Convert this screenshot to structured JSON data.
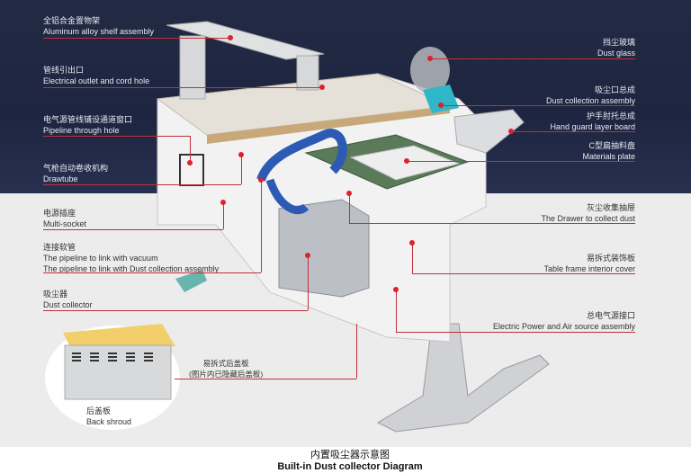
{
  "left_labels": [
    {
      "zh": "全铝合金置物架",
      "en": "Aluminum alloy shelf assembly"
    },
    {
      "zh": "管线引出口",
      "en": "Electrical outlet and cord hole"
    },
    {
      "zh": "电气源管线铺设通道窗口",
      "en": "Pipeline through hole"
    },
    {
      "zh": "气枪自动卷收机构",
      "en": "Drawtube"
    },
    {
      "zh": "电源插座",
      "en": "Multi-socket"
    },
    {
      "zh": "连接软管",
      "en": "The pipeline to link with vacuum",
      "en2": "The pipeline to link with Dust collection assembly"
    },
    {
      "zh": "吸尘器",
      "en": "Dust collector"
    }
  ],
  "right_labels": [
    {
      "zh": "挡尘玻璃",
      "en": "Dust glass"
    },
    {
      "zh": "吸尘口总成",
      "en": "Dust collection assembly"
    },
    {
      "zh": "护手肘托总成",
      "en": "Hand guard layer board"
    },
    {
      "zh": "C型扁抽料盘",
      "en": "Materials plate"
    },
    {
      "zh": "灰尘收集抽屉",
      "en": "The Drawer to collect dust"
    },
    {
      "zh": "易拆式装饰板",
      "en": "Table frame interior cover"
    },
    {
      "zh": "总电气源接口",
      "en": "Electric Power and Air source assembly"
    }
  ],
  "back_cover": {
    "zh": "易拆式后盖板",
    "note": "(图片内已隐藏后盖板)"
  },
  "inset": {
    "zh": "后盖板",
    "en": "Back shroud"
  },
  "caption": {
    "zh": "内置吸尘器示意图",
    "en": "Built-in Dust collector Diagram"
  },
  "colors": {
    "accent": "#e0202a",
    "navy": "#1d2540"
  }
}
